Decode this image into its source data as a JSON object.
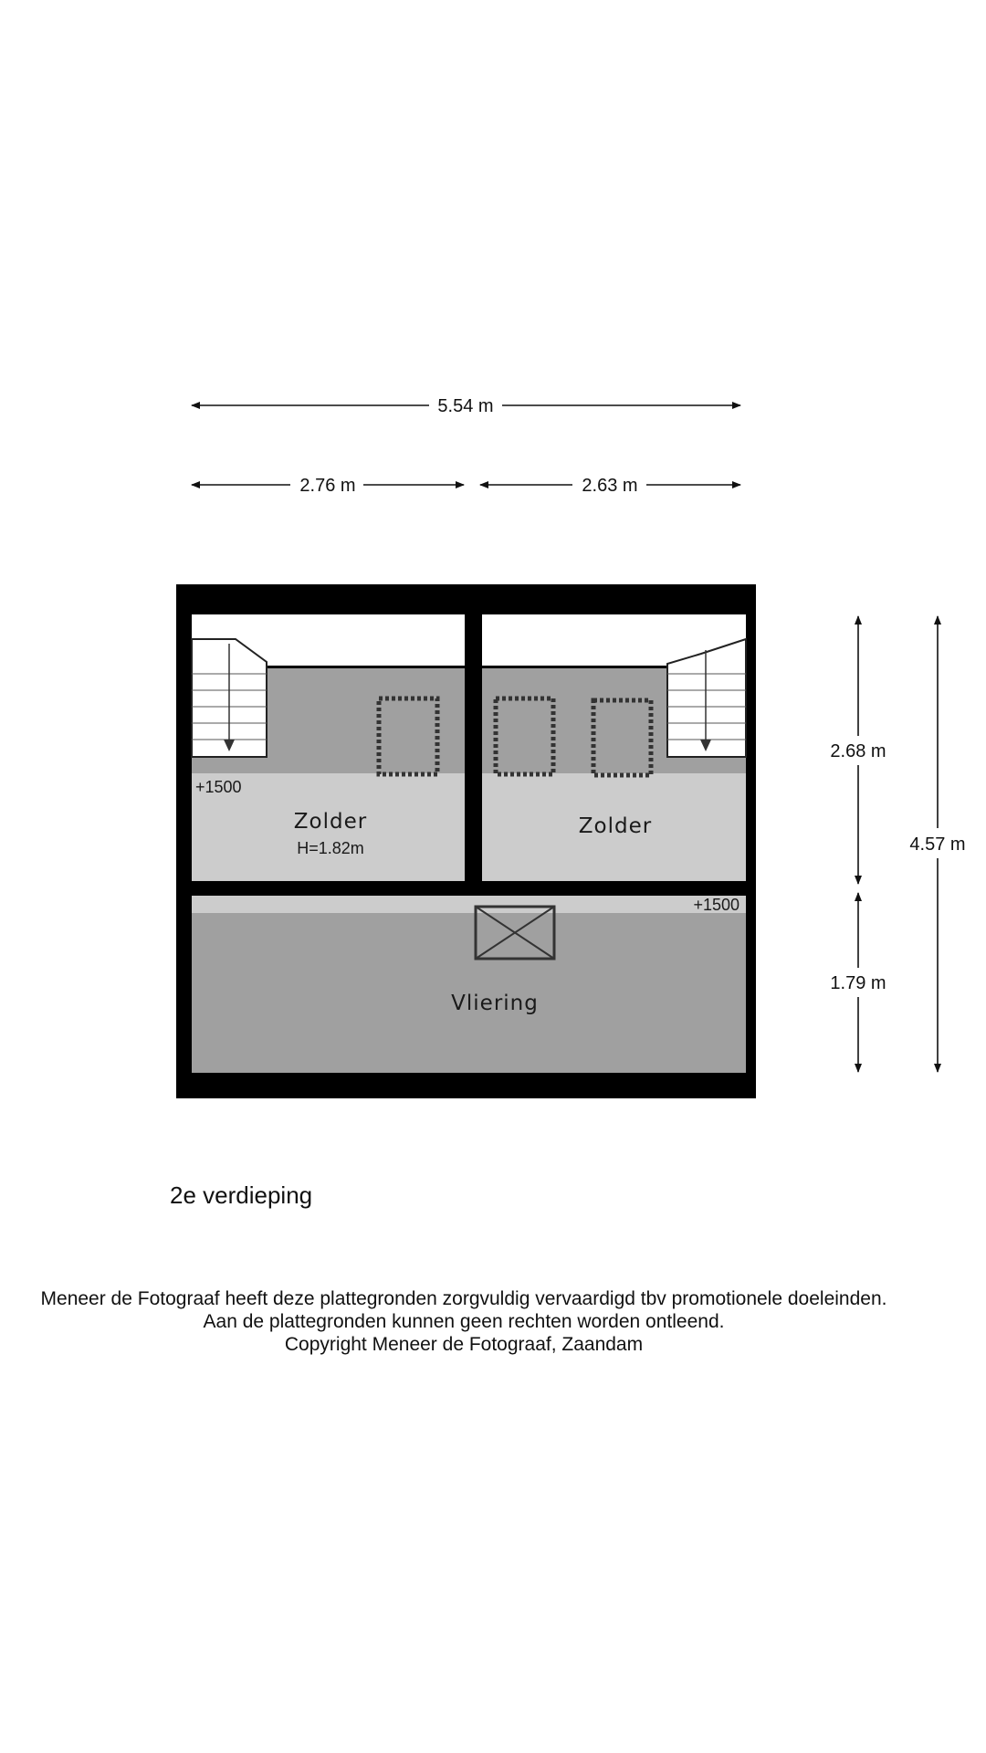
{
  "dimensions": {
    "total_width": "5.54 m",
    "left_width": "2.76 m",
    "right_width": "2.63 m",
    "upper_height": "2.68 m",
    "lower_height": "1.79 m",
    "total_height": "4.57 m"
  },
  "rooms": {
    "left_attic": {
      "name": "Zolder",
      "height_note": "H=1.82m",
      "level": "+1500"
    },
    "right_attic": {
      "name": "Zolder"
    },
    "loft": {
      "name": "Vliering",
      "level": "+1500"
    }
  },
  "floor_label": "2e verdieping",
  "disclaimer": {
    "line1": "Meneer de Fotograaf heeft deze plattegronden zorgvuldig vervaardigd tbv promotionele doeleinden.",
    "line2": "Aan de plattegronden kunnen geen rechten worden ontleend.",
    "line3": "Copyright Meneer de Fotograaf, Zaandam"
  },
  "colors": {
    "wall": "#000000",
    "floor_low": "#a0a0a0",
    "floor_high": "#cccccc",
    "stair": "#ffffff"
  }
}
